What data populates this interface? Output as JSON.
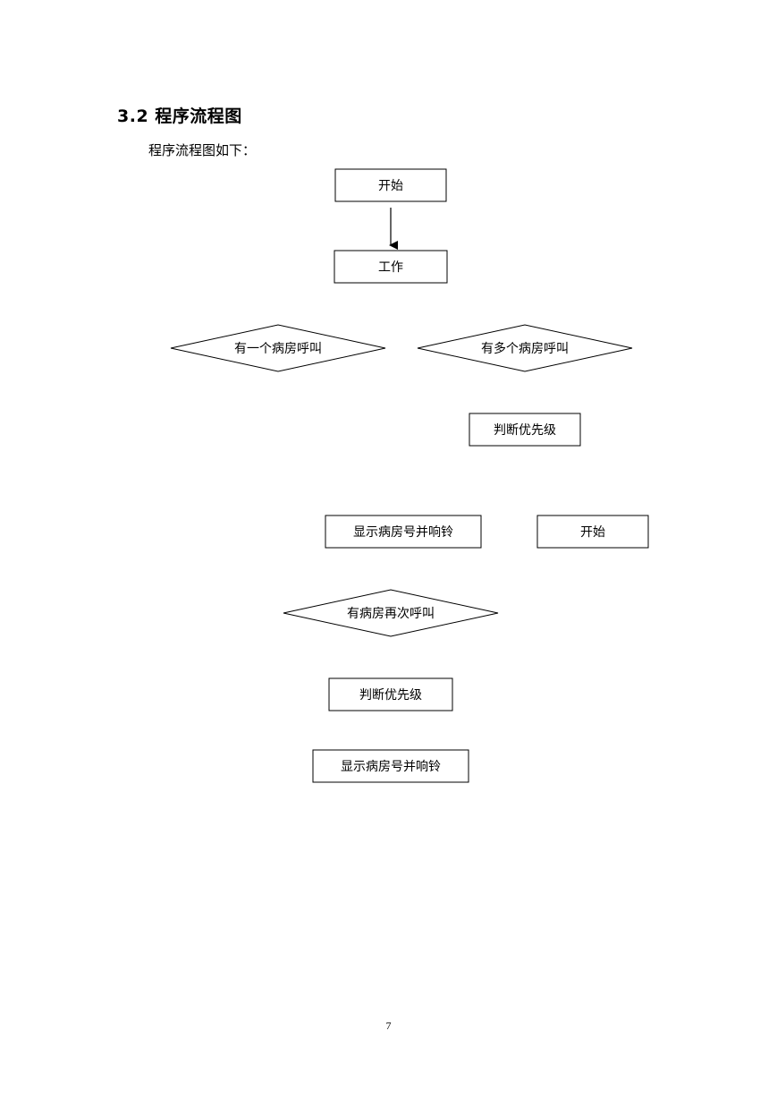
{
  "heading": "3.2 程序流程图",
  "intro": "程序流程图如下：",
  "page_number": "7",
  "flowchart": {
    "nodes": [
      {
        "id": "start-1",
        "shape": "rect",
        "label": "开始"
      },
      {
        "id": "work",
        "shape": "rect",
        "label": "工作"
      },
      {
        "id": "one-ward-call",
        "shape": "diamond",
        "label": "有一个病房呼叫"
      },
      {
        "id": "multi-ward-call",
        "shape": "diamond",
        "label": "有多个病房呼叫"
      },
      {
        "id": "judge-priority-1",
        "shape": "rect",
        "label": "判断优先级"
      },
      {
        "id": "display-ring-1",
        "shape": "rect",
        "label": "显示病房号并响铃"
      },
      {
        "id": "start-2",
        "shape": "rect",
        "label": "开始"
      },
      {
        "id": "ward-call-again",
        "shape": "diamond",
        "label": "有病房再次呼叫"
      },
      {
        "id": "judge-priority-2",
        "shape": "rect",
        "label": "判断优先级"
      },
      {
        "id": "display-ring-2",
        "shape": "rect",
        "label": "显示病房号并响铃"
      }
    ],
    "edges": [
      {
        "from": "start-1",
        "to": "work"
      }
    ]
  }
}
